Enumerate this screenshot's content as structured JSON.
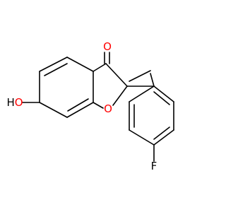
{
  "molecule": {
    "atoms": {
      "carbonyl_oxygen": {
        "symbol": "O",
        "color": "#ff0000"
      },
      "ring_oxygen": {
        "symbol": "O",
        "color": "#ff0000"
      },
      "hydroxyl": {
        "symbol": "HO",
        "color_h": "#000000",
        "color_o": "#ff0000"
      },
      "fluorine": {
        "symbol": "F",
        "color": "#000000"
      }
    }
  }
}
